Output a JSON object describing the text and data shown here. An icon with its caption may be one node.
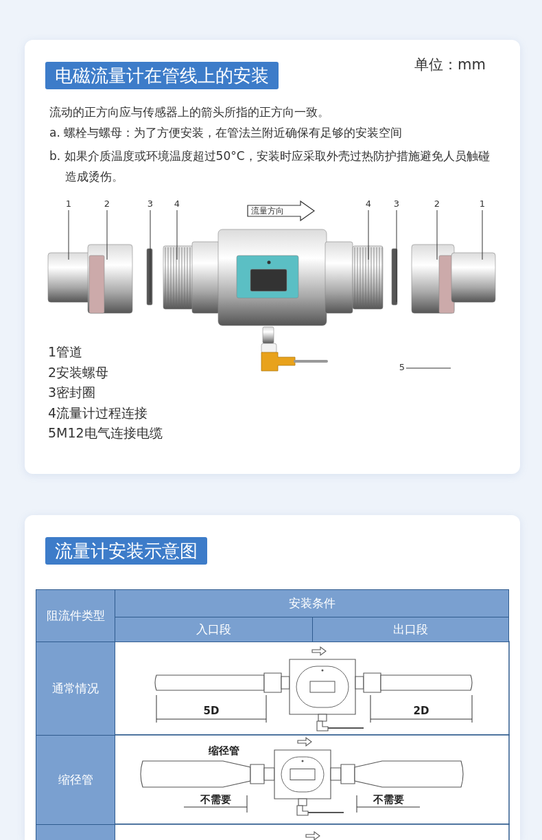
{
  "diagram": {
    "title": "电磁流量计在管线上的安装",
    "nodes": [
      {
        "text": [
          "1"
        ]
      },
      {
        "text": [
          "2"
        ]
      },
      {
        "text": [
          "3"
        ]
      },
      {
        "text": [
          "4"
        ]
      },
      {
        "text": [
          "4"
        ]
      },
      {
        "text": [
          "3"
        ]
      },
      {
        "text": [
          "2"
        ]
      },
      {
        "text": [
          "1"
        ]
      },
      {
        "text": [
          "5"
        ]
      }
    ],
    "edges": [
      {
        "from": 0,
        "to": null,
        "arrow": "none"
      },
      {
        "from": 1,
        "to": null,
        "arrow": "none"
      },
      {
        "from": 2,
        "to": null,
        "arrow": "none"
      },
      {
        "from": 3,
        "to": null,
        "arrow": "none"
      },
      {
        "from": 4,
        "to": null,
        "arrow": "none"
      },
      {
        "from": 5,
        "to": null,
        "arrow": "none"
      },
      {
        "from": 6,
        "to": null,
        "arrow": "none"
      },
      {
        "from": 7,
        "to": null,
        "arrow": "none"
      },
      {
        "from": 8,
        "to": null,
        "arrow": "none"
      }
    ],
    "labels": [
      "单位：mm",
      "流动的正方向应与传感器上的箭头所指的正方向一致。",
      "a. 螺栓与螺母：为了方便安装，在管法兰附近确保有足够的安装空间",
      "b. 如果介质温度或环境温度超过50°C，安装时应采取外壳过热防护措施避免人员触碰造成烫伤。",
      "流量方向",
      "1管道",
      "2安装螺母",
      "3密封圈",
      "4流量计过程连接",
      "5M12电气连接电缆",
      "流量计安装示意图",
      "阻流件类型",
      "安装条件",
      "入口段",
      "出口段",
      "通常情况",
      "5D",
      "2D",
      "缩径管",
      "缩径管",
      "不需要",
      "不需要"
    ]
  }
}
